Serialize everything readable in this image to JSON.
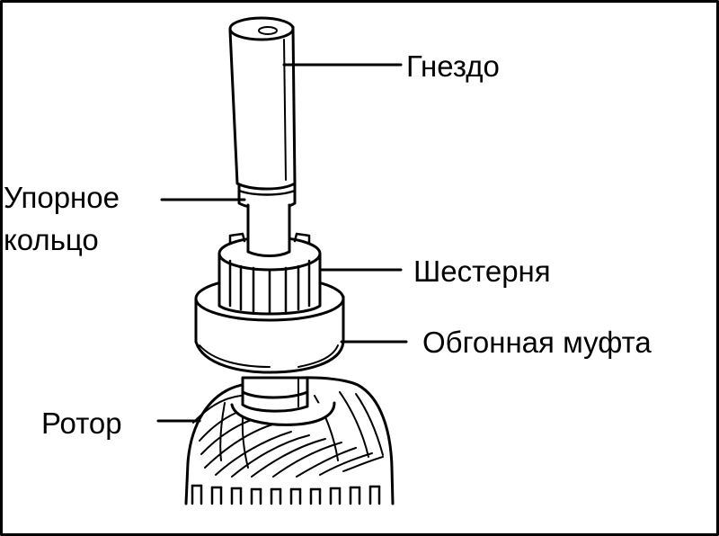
{
  "labels": {
    "socket": "Гнездо",
    "stop_ring_line1": "Упорное",
    "stop_ring_line2": "кольцо",
    "pinion": "Шестерня",
    "overrunning_clutch": "Обгонная муфта",
    "rotor": "Ротор"
  },
  "colors": {
    "ink": "#000000",
    "background": "#ffffff"
  }
}
